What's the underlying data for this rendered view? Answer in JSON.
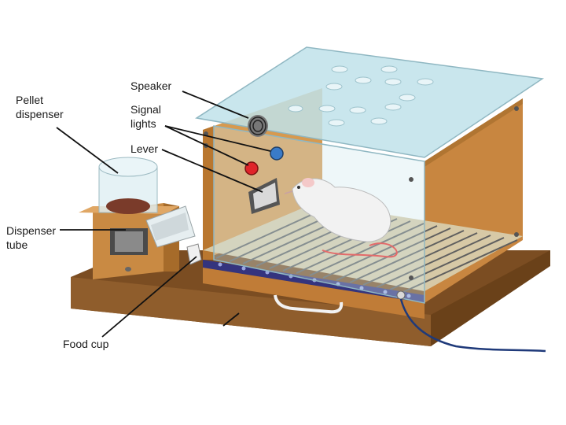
{
  "labels": {
    "pellet_dispenser": [
      "Pellet",
      "dispenser"
    ],
    "speaker": "Speaker",
    "signal_lights": [
      "Signal",
      "lights"
    ],
    "lever": "Lever",
    "dispenser_tube": [
      "Dispenser",
      "tube"
    ],
    "food_cup": "Food cup"
  },
  "colors": {
    "wood": "#c98a43",
    "wood_dark": "#9c6225",
    "base": "#8a5a2b",
    "glass": "#b9dde6",
    "grid_bar": "#6b6b6b",
    "signal_red": "#e0242a",
    "signal_blue": "#3a7bc8",
    "cable": "#1f3a7a",
    "rail": "#3b3b8a"
  }
}
